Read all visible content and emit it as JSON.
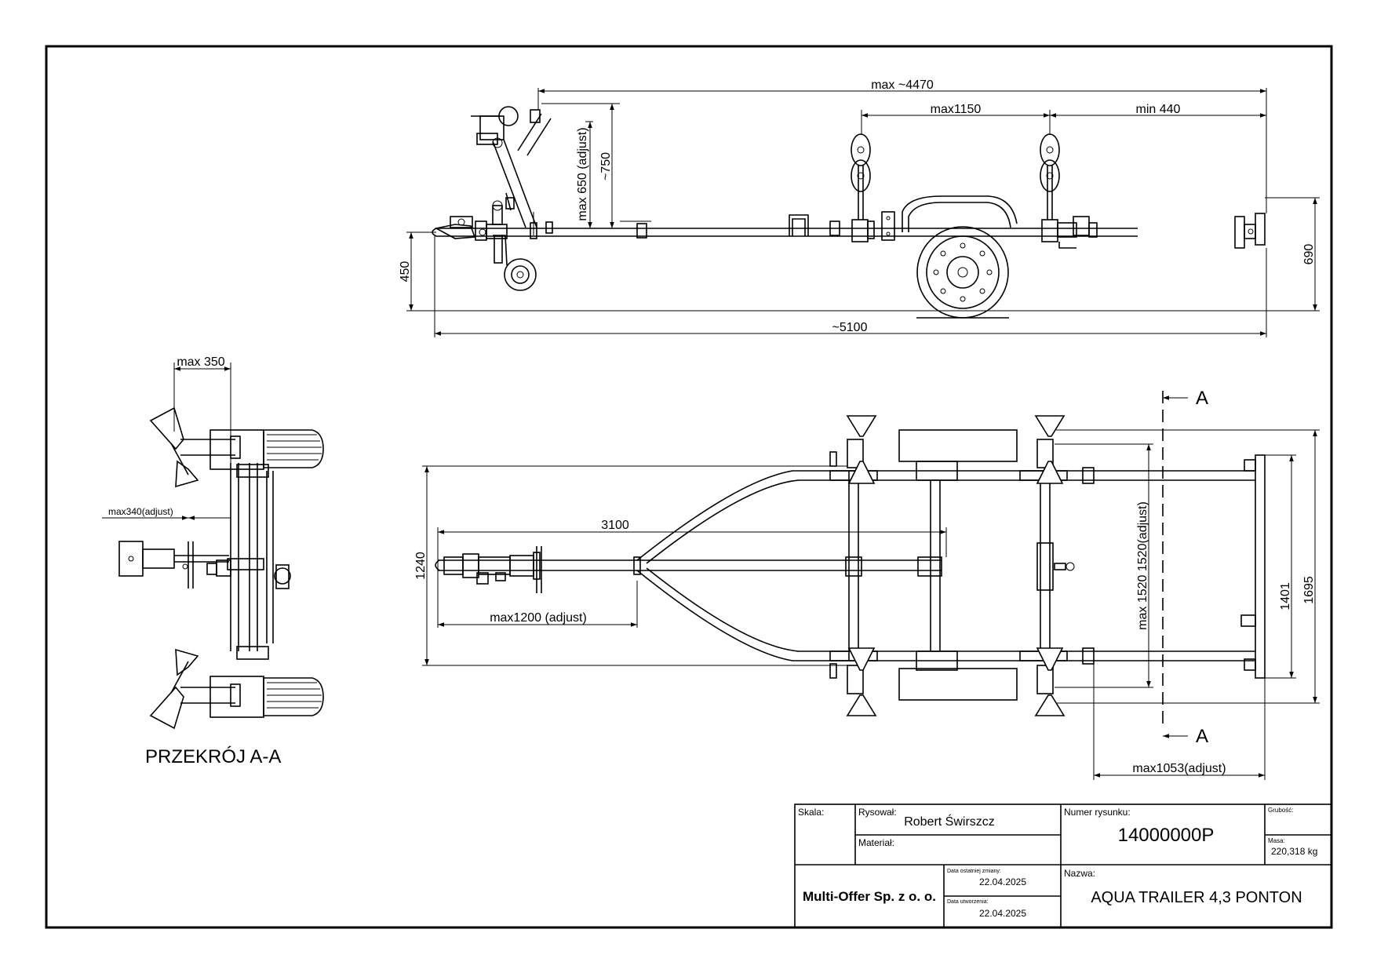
{
  "side_view": {
    "dim_max_4470": "max ~4470",
    "dim_max_1150": "max1150",
    "dim_min_440": "min 440",
    "dim_750": "~750",
    "dim_max_650": "max 650 (adjust)",
    "dim_450": "450",
    "dim_690": "690",
    "dim_5100": "~5100"
  },
  "section_view": {
    "dim_max_350": "max 350",
    "dim_max_340": "max340(adjust)",
    "title": "PRZEKRÓJ  A-A"
  },
  "top_view": {
    "section_marker": "A",
    "dim_3100": "3100",
    "dim_1240": "1240",
    "dim_max_1200": "max1200 (adjust)",
    "dim_max_1520": "max 1520 1520(adjust)",
    "dim_1401": "1401",
    "dim_1695": "1695",
    "dim_max_1053": "max1053(adjust)"
  },
  "title_block": {
    "scale_label": "Skala:",
    "drawn_by_label": "Rysował:",
    "drawn_by_value": "Robert Świrszcz",
    "material_label": "Materiał:",
    "drawing_no_label": "Numer rysunku:",
    "drawing_no_value": "14000000P",
    "thickness_label": "Grubość:",
    "mass_label": "Masa:",
    "mass_value": "220,318 kg",
    "company": "Multi-Offer Sp. z o. o.",
    "last_change_label": "Data ostatniej zmiany:",
    "last_change_value": "22.04.2025",
    "created_label": "Data utworzenia:",
    "created_value": "22.04.2025",
    "name_label": "Nazwa:",
    "name_value": "AQUA TRAILER 4,3 PONTON"
  }
}
